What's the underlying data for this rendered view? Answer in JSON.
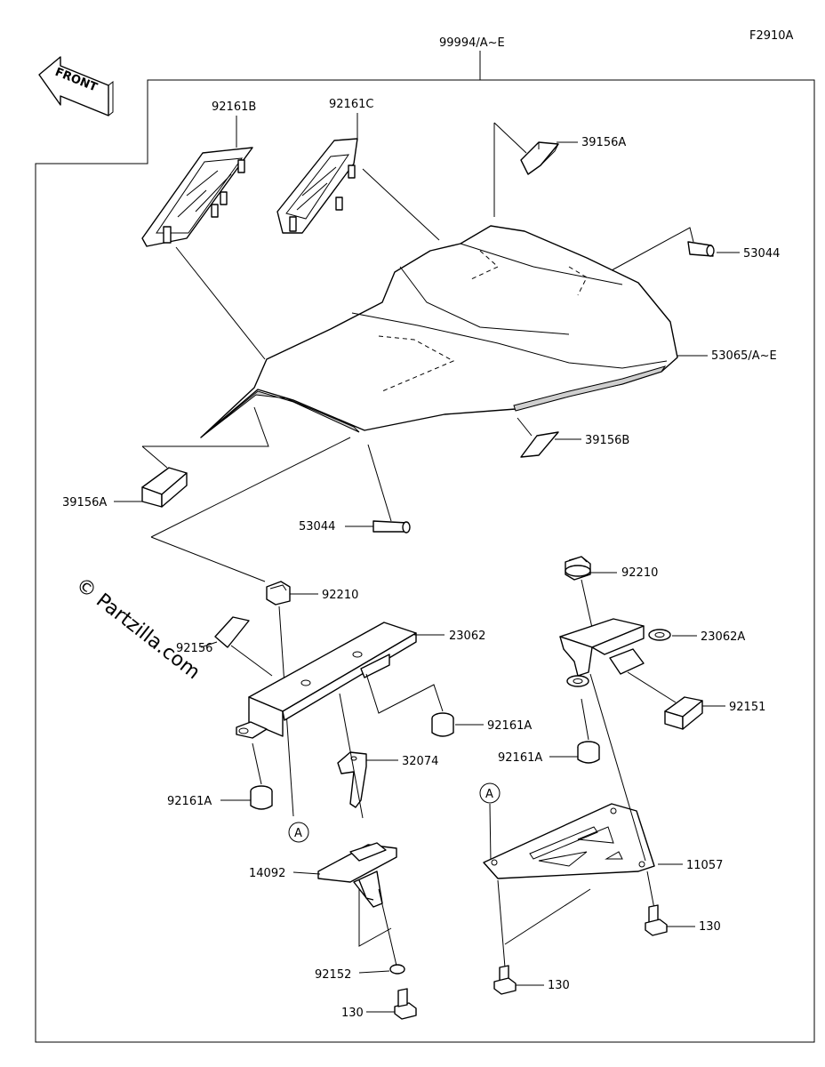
{
  "figure_code": "F2910A",
  "front_label": "FRONT",
  "watermark": "© Partzilla.com",
  "circle_marker": "A",
  "parts": {
    "kit": "99994/A~E",
    "cover_holder_left": "92161B",
    "cover_holder_right": "92161C",
    "pad_top": "39156A",
    "clip_right": "53044",
    "seat_cover": "53065/A~E",
    "pad_middle": "39156B",
    "pad_left": "39156A",
    "clip_left": "53044",
    "nut_left": "92210",
    "nut_right": "92210",
    "pad_small": "92156",
    "bracket_left": "23062",
    "bracket_right": "23062A",
    "damper_left_upper": "92161A",
    "damper_right": "92161A",
    "damper_left_lower": "92161A",
    "pad_right": "92151",
    "stay": "32074",
    "plate": "11057",
    "holder_lower": "14092",
    "bolt_right": "130",
    "washer": "92152",
    "bolt_center": "130",
    "bolt_lower": "130"
  }
}
